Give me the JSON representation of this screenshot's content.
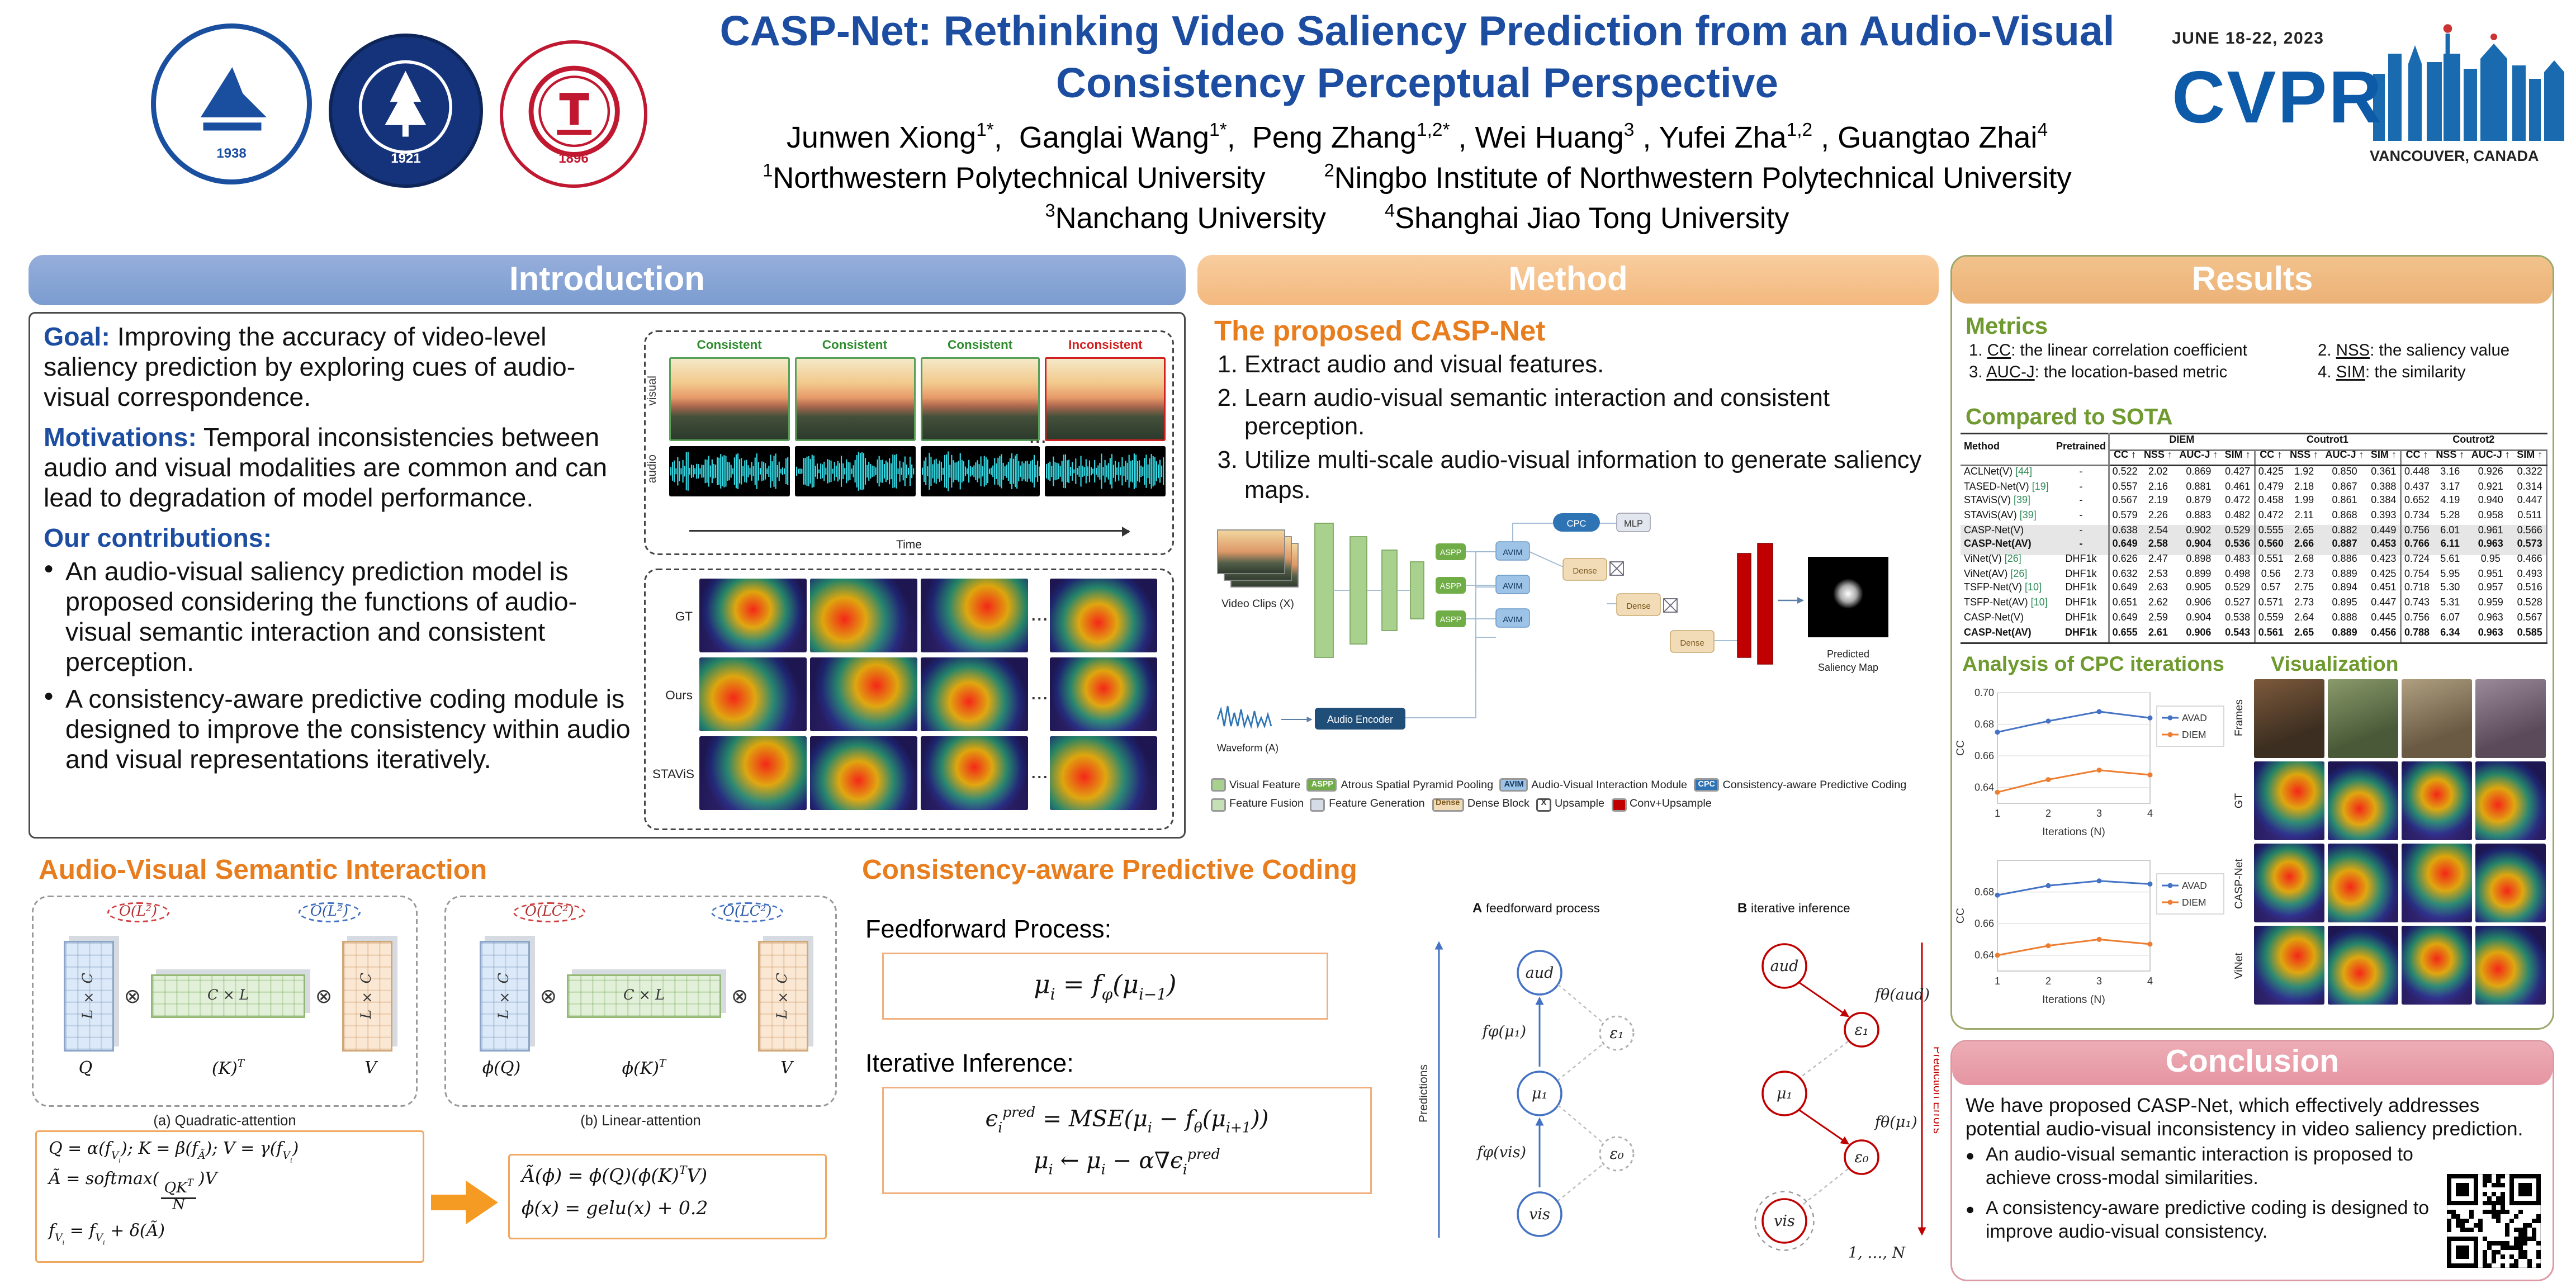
{
  "header": {
    "title_line1": "CASP-Net: Rethinking Video Saliency Prediction from an Audio-Visual",
    "title_line2": "Consistency Perceptual Perspective",
    "authors_html": "Junwen Xiong<sup>1*</sup>,&nbsp; Ganglai Wang<sup>1*</sup>,&nbsp; Peng Zhang<sup>1,2*</sup> , Wei Huang<sup>3</sup> , Yufei Zha<sup>1,2</sup> , Guangtao Zhai<sup>4</sup>",
    "affil_line1_html": "<sup>1</sup>Northwestern Polytechnical University&emsp;&emsp;<sup>2</sup>Ningbo Institute of Northwestern Polytechnical University",
    "affil_line2_html": "<sup>3</sup>Nanchang University&emsp;&emsp;<sup>4</sup>Shanghai Jiao Tong University",
    "logo1_year": "1938",
    "logo2_year": "1921",
    "logo3_year": "1896",
    "cvpr_date": "JUNE 18-22, 2023",
    "cvpr_name": "CVPR",
    "cvpr_location": "VANCOUVER, CANADA"
  },
  "intro": {
    "panel_title": "Introduction",
    "goal_html": "<b class=\"blue\">Goal:</b> Improving the accuracy of video-level saliency prediction by exploring cues of audio-visual correspondence.",
    "motivation_html": "<b class=\"blue\">Motivations:</b> Temporal inconsistencies between audio and visual modalities are common and can lead to degradation of model performance.",
    "contrib_label": "Our contributions:",
    "bullets": [
      "An audio-visual saliency prediction model is proposed considering the functions of audio-visual semantic interaction and consistent perception.",
      "A consistency-aware predictive coding module is designed to improve the consistency within audio and visual representations iteratively."
    ],
    "figure": {
      "col_labels": [
        "Consistent",
        "Consistent",
        "Consistent",
        "Inconsistent"
      ],
      "visual_label": "visual",
      "audio_label": "audio",
      "time_label": "Time",
      "dots": "...",
      "bottom_rows": [
        "GT",
        "Ours",
        "STAViS"
      ]
    }
  },
  "method": {
    "panel_title": "Method",
    "subtitle": "The proposed CASP-Net",
    "steps": [
      "Extract audio and visual features.",
      "Learn audio-visual semantic interaction and consistent perception.",
      "Utilize multi-scale audio-visual information to generate saliency maps."
    ],
    "diagram": {
      "video_label": "Video Clips (X)",
      "waveform_label": "Waveform (A)",
      "audio_encoder": "Audio Encoder",
      "aspp": "ASPP",
      "avim": "AVIM",
      "cpc": "CPC",
      "mlp": "MLP",
      "dense": "Dense",
      "output_l1": "Predicted",
      "output_l2": "Saliency Map"
    },
    "legend_row1": [
      {
        "abbr": "",
        "label": "Visual Feature",
        "color": "#a9d18e",
        "text": "#fff"
      },
      {
        "abbr": "ASPP",
        "label": "Atrous Spatial Pyramid Pooling",
        "color": "#70ad47",
        "text": "#ffffff"
      },
      {
        "abbr": "AVIM",
        "label": "Audio-Visual Interaction Module",
        "color": "#9dc3e6",
        "text": "#14365c"
      },
      {
        "abbr": "CPC",
        "label": "Consistency-aware Predictive Coding",
        "color": "#2e74b5",
        "text": "#ffffff"
      }
    ],
    "legend_row2": [
      {
        "abbr": "",
        "label": "Feature Fusion",
        "color": "#c5e0b4",
        "text": "#333333"
      },
      {
        "abbr": "",
        "label": "Feature Generation",
        "color": "#d6dce5",
        "text": "#333333"
      },
      {
        "abbr": "Dense",
        "label": "Dense Block",
        "color": "#f2dbb7",
        "text": "#7a5a20"
      },
      {
        "abbr": "X",
        "label": "Upsample",
        "color": "#ffffff",
        "text": "#333333"
      },
      {
        "abbr": "",
        "label": "Conv+Upsample",
        "color": "#c00000",
        "text": "#ffffff"
      }
    ]
  },
  "results": {
    "panel_title": "Results",
    "metrics_heading": "Metrics",
    "metrics_html": [
      "1. <u>CC</u>: the linear correlation  coefficient",
      "2. <u>NSS</u>: the saliency value",
      "3. <u>AUC-J</u>: the location-based  metric",
      "4. <u>SIM</u>: the similarity"
    ],
    "sota_heading": "Compared to SOTA",
    "table": {
      "method_col": "Method",
      "pretrained_col": "Pretrained",
      "groups": [
        "DIEM",
        "Coutrot1",
        "Coutrot2"
      ],
      "subcols": [
        "CC ↑",
        "NSS ↑",
        "AUC-J ↑",
        "SIM ↑"
      ],
      "rows": [
        {
          "m": "ACLNet(V) <span class=cite>[44]</span>",
          "p": "-",
          "hl": false,
          "bold": false,
          "v": [
            "0.522",
            "2.02",
            "0.869",
            "0.427",
            "0.425",
            "1.92",
            "0.850",
            "0.361",
            "0.448",
            "3.16",
            "0.926",
            "0.322"
          ]
        },
        {
          "m": "TASED-Net(V) <span class=cite>[19]</span>",
          "p": "-",
          "hl": false,
          "bold": false,
          "v": [
            "0.557",
            "2.16",
            "0.881",
            "0.461",
            "0.479",
            "2.18",
            "0.867",
            "0.388",
            "0.437",
            "3.17",
            "0.921",
            "0.314"
          ]
        },
        {
          "m": "STAViS(V) <span class=cite>[39]</span>",
          "p": "-",
          "hl": false,
          "bold": false,
          "v": [
            "0.567",
            "2.19",
            "0.879",
            "0.472",
            "0.458",
            "1.99",
            "0.861",
            "0.384",
            "0.652",
            "4.19",
            "0.940",
            "0.447"
          ]
        },
        {
          "m": "STAViS(AV) <span class=cite>[39]</span>",
          "p": "-",
          "hl": false,
          "bold": false,
          "v": [
            "0.579",
            "2.26",
            "0.883",
            "0.482",
            "0.472",
            "2.11",
            "0.868",
            "0.393",
            "0.734",
            "5.28",
            "0.958",
            "0.511"
          ]
        },
        {
          "m": "CASP-Net(V)",
          "p": "-",
          "hl": true,
          "bold": false,
          "v": [
            "0.638",
            "2.54",
            "0.902",
            "0.529",
            "0.555",
            "2.65",
            "0.882",
            "0.449",
            "0.756",
            "6.01",
            "0.961",
            "0.566"
          ]
        },
        {
          "m": "CASP-Net(AV)",
          "p": "-",
          "hl": true,
          "bold": true,
          "v": [
            "0.649",
            "2.58",
            "0.904",
            "0.536",
            "0.560",
            "2.66",
            "0.887",
            "0.453",
            "0.766",
            "6.11",
            "0.963",
            "0.573"
          ]
        },
        {
          "m": "ViNet(V) <span class=cite>[26]</span>",
          "p": "DHF1k",
          "hl": false,
          "bold": false,
          "v": [
            "0.626",
            "2.47",
            "0.898",
            "0.483",
            "0.551",
            "2.68",
            "0.886",
            "0.423",
            "0.724",
            "5.61",
            "0.95",
            "0.466"
          ]
        },
        {
          "m": "ViNet(AV) <span class=cite>[26]</span>",
          "p": "DHF1k",
          "hl": false,
          "bold": false,
          "v": [
            "0.632",
            "2.53",
            "0.899",
            "0.498",
            "0.56",
            "2.73",
            "0.889",
            "0.425",
            "0.754",
            "5.95",
            "0.951",
            "0.493"
          ]
        },
        {
          "m": "TSFP-Net(V) <span class=cite>[10]</span>",
          "p": "DHF1k",
          "hl": false,
          "bold": false,
          "v": [
            "0.649",
            "2.63",
            "0.905",
            "0.529",
            "0.57",
            "2.75",
            "0.894",
            "0.451",
            "0.718",
            "5.30",
            "0.957",
            "0.516"
          ]
        },
        {
          "m": "TSFP-Net(AV) <span class=cite>[10]</span>",
          "p": "DHF1k",
          "hl": false,
          "bold": false,
          "v": [
            "0.651",
            "2.62",
            "0.906",
            "0.527",
            "0.571",
            "2.73",
            "0.895",
            "0.447",
            "0.743",
            "5.31",
            "0.959",
            "0.528"
          ]
        },
        {
          "m": "CASP-Net(V)",
          "p": "DHF1k",
          "hl": false,
          "bold": false,
          "v": [
            "0.649",
            "2.59",
            "0.904",
            "0.538",
            "0.559",
            "2.64",
            "0.888",
            "0.445",
            "0.756",
            "6.07",
            "0.963",
            "0.567"
          ]
        },
        {
          "m": "CASP-Net(AV)",
          "p": "DHF1k",
          "hl": false,
          "bold": true,
          "v": [
            "0.655",
            "2.61",
            "0.906",
            "0.543",
            "0.561",
            "2.65",
            "0.889",
            "0.456",
            "0.788",
            "6.34",
            "0.963",
            "0.585"
          ]
        }
      ]
    },
    "analysis_heading": "Analysis of CPC iterations",
    "visualization_heading": "Visualization",
    "vis_rows": [
      "Frames",
      "GT",
      "CASP-Net",
      "ViNet"
    ]
  },
  "chart_data": [
    {
      "type": "line",
      "x": [
        1,
        2,
        3,
        4
      ],
      "xlabel": "Iterations (N)",
      "ylabel": "CC",
      "ylim": [
        0.63,
        0.7
      ],
      "yticks": [
        0.64,
        0.66,
        0.68,
        0.7
      ],
      "grid": true,
      "legend_position": "right",
      "series": [
        {
          "name": "AVAD",
          "color": "#4472c4",
          "values": [
            0.675,
            0.682,
            0.688,
            0.684
          ]
        },
        {
          "name": "DIEM",
          "color": "#ed7d31",
          "values": [
            0.637,
            0.645,
            0.651,
            0.648
          ]
        }
      ]
    },
    {
      "type": "line",
      "x": [
        1,
        2,
        3,
        4
      ],
      "xlabel": "Iterations (N)",
      "ylabel": "CC",
      "ylim": [
        0.63,
        0.7
      ],
      "yticks": [
        0.64,
        0.66,
        0.68
      ],
      "grid": true,
      "legend_position": "right",
      "series": [
        {
          "name": "AVAD",
          "color": "#4472c4",
          "values": [
            0.678,
            0.684,
            0.687,
            0.685
          ]
        },
        {
          "name": "DIEM",
          "color": "#ed7d31",
          "values": [
            0.64,
            0.646,
            0.65,
            0.647
          ]
        }
      ]
    }
  ],
  "avsi": {
    "title": "Audio-Visual Semantic Interaction",
    "otimes": "⊗",
    "quad": {
      "caption": "(a) Quadratic-attention",
      "oval1": "O(L²)",
      "oval2": "O(L²)",
      "box1": "L × C",
      "box2": "C × L",
      "box3": "L × C",
      "u1_html": "Q",
      "u2_html": "(K)<sup>T</sup>",
      "u3_html": "V"
    },
    "lin": {
      "caption": "(b) Linear-attention",
      "oval1": "O(LC²)",
      "oval2": "O(LC²)",
      "box1": "L × C",
      "box2": "C × L",
      "box3": "L × C",
      "u1_html": "ϕ(Q)",
      "u2_html": "ϕ(K)<sup>T</sup>",
      "u3_html": "V"
    },
    "quad_formulas_html": [
      "Q = α(f<sub>V<sub>i</sub></sub>); K = β(f<sub>Ã</sub>); V = γ(f<sub>V<sub>i</sub></sub>)",
      "Ã = softmax(<span class=\"frac\"><span class=\"num\">QK<sup>T</sup></span><span>N</span></span>)V",
      "f<sub>V<sub>i</sub></sub> = f<sub>V<sub>i</sub></sub> + δ(Ã)"
    ],
    "lin_formulas_html": [
      "Ã(ϕ) = ϕ(Q)(ϕ(K)<sup>T</sup>V)",
      "ϕ(x) = gelu(x) + 0.2"
    ]
  },
  "cpc": {
    "title": "Consistency-aware Predictive Coding",
    "ff_label": "Feedforward Process:",
    "ff_formula_html": "μ<sub>i</sub> = f<sub>φ</sub>(μ<sub>i−1</sub>)",
    "it_formula1_html": "ϵ<sub>i</sub><sup>pred</sup> = MSE(μ<sub>i</sub> − f<sub>θ</sub>(μ<sub>i+1</sub>))",
    "it_formula2_html": "μ<sub>i</sub> ← μ<sub>i</sub> − α∇ϵ<sub>i</sub><sup>pred</sup>",
    "it_label": "Iterative Inference:",
    "dA": {
      "letter": "A",
      "caption": "feedforward process",
      "n1": "aud",
      "n2": "μ₁",
      "n3": "vis",
      "e1": "ε₁",
      "e2": "ε₀",
      "l1": "fφ(μ₁)",
      "l2": "fφ(vis)",
      "axis": "Predictions"
    },
    "dB": {
      "letter": "B",
      "caption": "iterative inference",
      "n1": "aud",
      "n2": "μ₁",
      "n3": "vis",
      "e1": "ε₁",
      "e2": "ε₀",
      "l1": "fθ(aud)",
      "l2": "fθ(μ₁)",
      "axis": "Prediction Errors",
      "footer": "1, …, N"
    }
  },
  "conclusion": {
    "panel_title": "Conclusion",
    "text": "We have proposed CASP-Net, which effectively addresses potential audio-visual inconsistency in video saliency prediction.",
    "bullets": [
      "An audio-visual semantic interaction is proposed to achieve cross-modal similarities.",
      "A consistency-aware predictive coding is designed to improve audio-visual consistency."
    ]
  }
}
